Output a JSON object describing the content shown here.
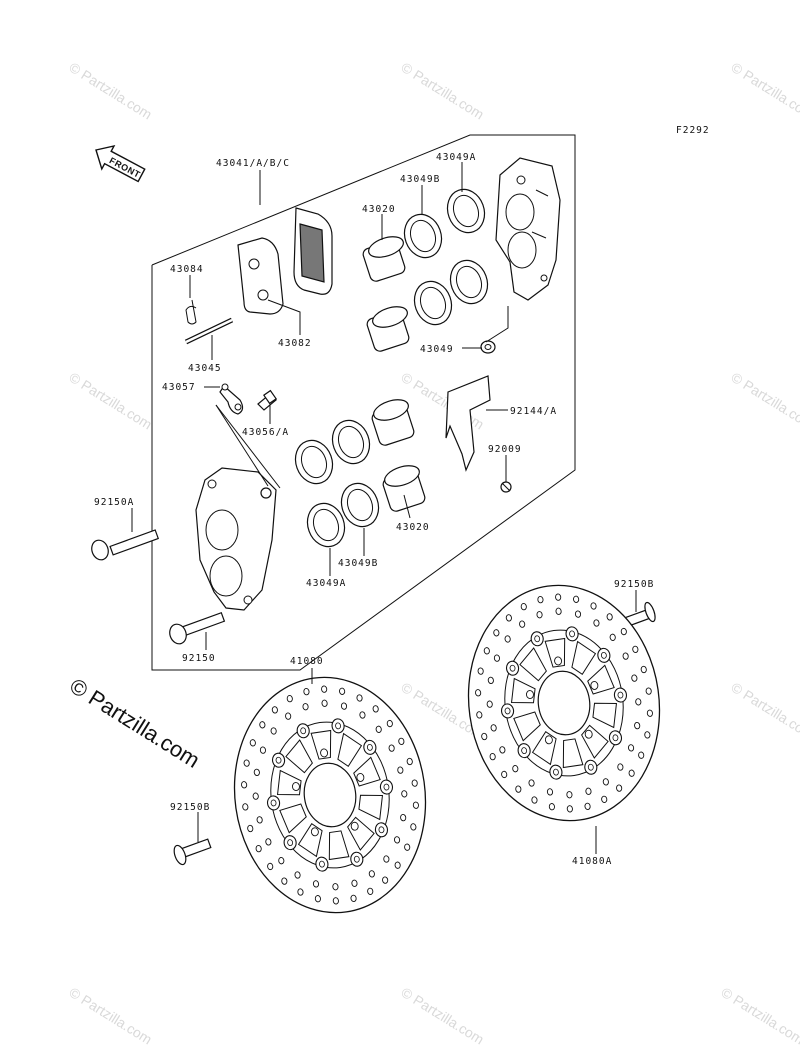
{
  "diagram": {
    "code": "F2292",
    "front_label": "FRONT",
    "watermark_text": "© Partzilla.com",
    "watermark_main": "© Partzilla.com",
    "parts": [
      {
        "id": "p43041",
        "label": "43041/A/B/C"
      },
      {
        "id": "p43049A_top",
        "label": "43049A"
      },
      {
        "id": "p43049B_top",
        "label": "43049B"
      },
      {
        "id": "p43020_top",
        "label": "43020"
      },
      {
        "id": "p43084",
        "label": "43084"
      },
      {
        "id": "p43082",
        "label": "43082"
      },
      {
        "id": "p43045",
        "label": "43045"
      },
      {
        "id": "p43049",
        "label": "43049"
      },
      {
        "id": "p43057",
        "label": "43057"
      },
      {
        "id": "p43056A",
        "label": "43056/A"
      },
      {
        "id": "p92144A",
        "label": "92144/A"
      },
      {
        "id": "p92009",
        "label": "92009"
      },
      {
        "id": "p92150A",
        "label": "92150A"
      },
      {
        "id": "p43020_bot",
        "label": "43020"
      },
      {
        "id": "p43049B_bot",
        "label": "43049B"
      },
      {
        "id": "p43049A_bot",
        "label": "43049A"
      },
      {
        "id": "p92150",
        "label": "92150"
      },
      {
        "id": "p92150B_right",
        "label": "92150B"
      },
      {
        "id": "p41080",
        "label": "41080"
      },
      {
        "id": "p92150B_left",
        "label": "92150B"
      },
      {
        "id": "p41080A",
        "label": "41080A"
      }
    ]
  }
}
